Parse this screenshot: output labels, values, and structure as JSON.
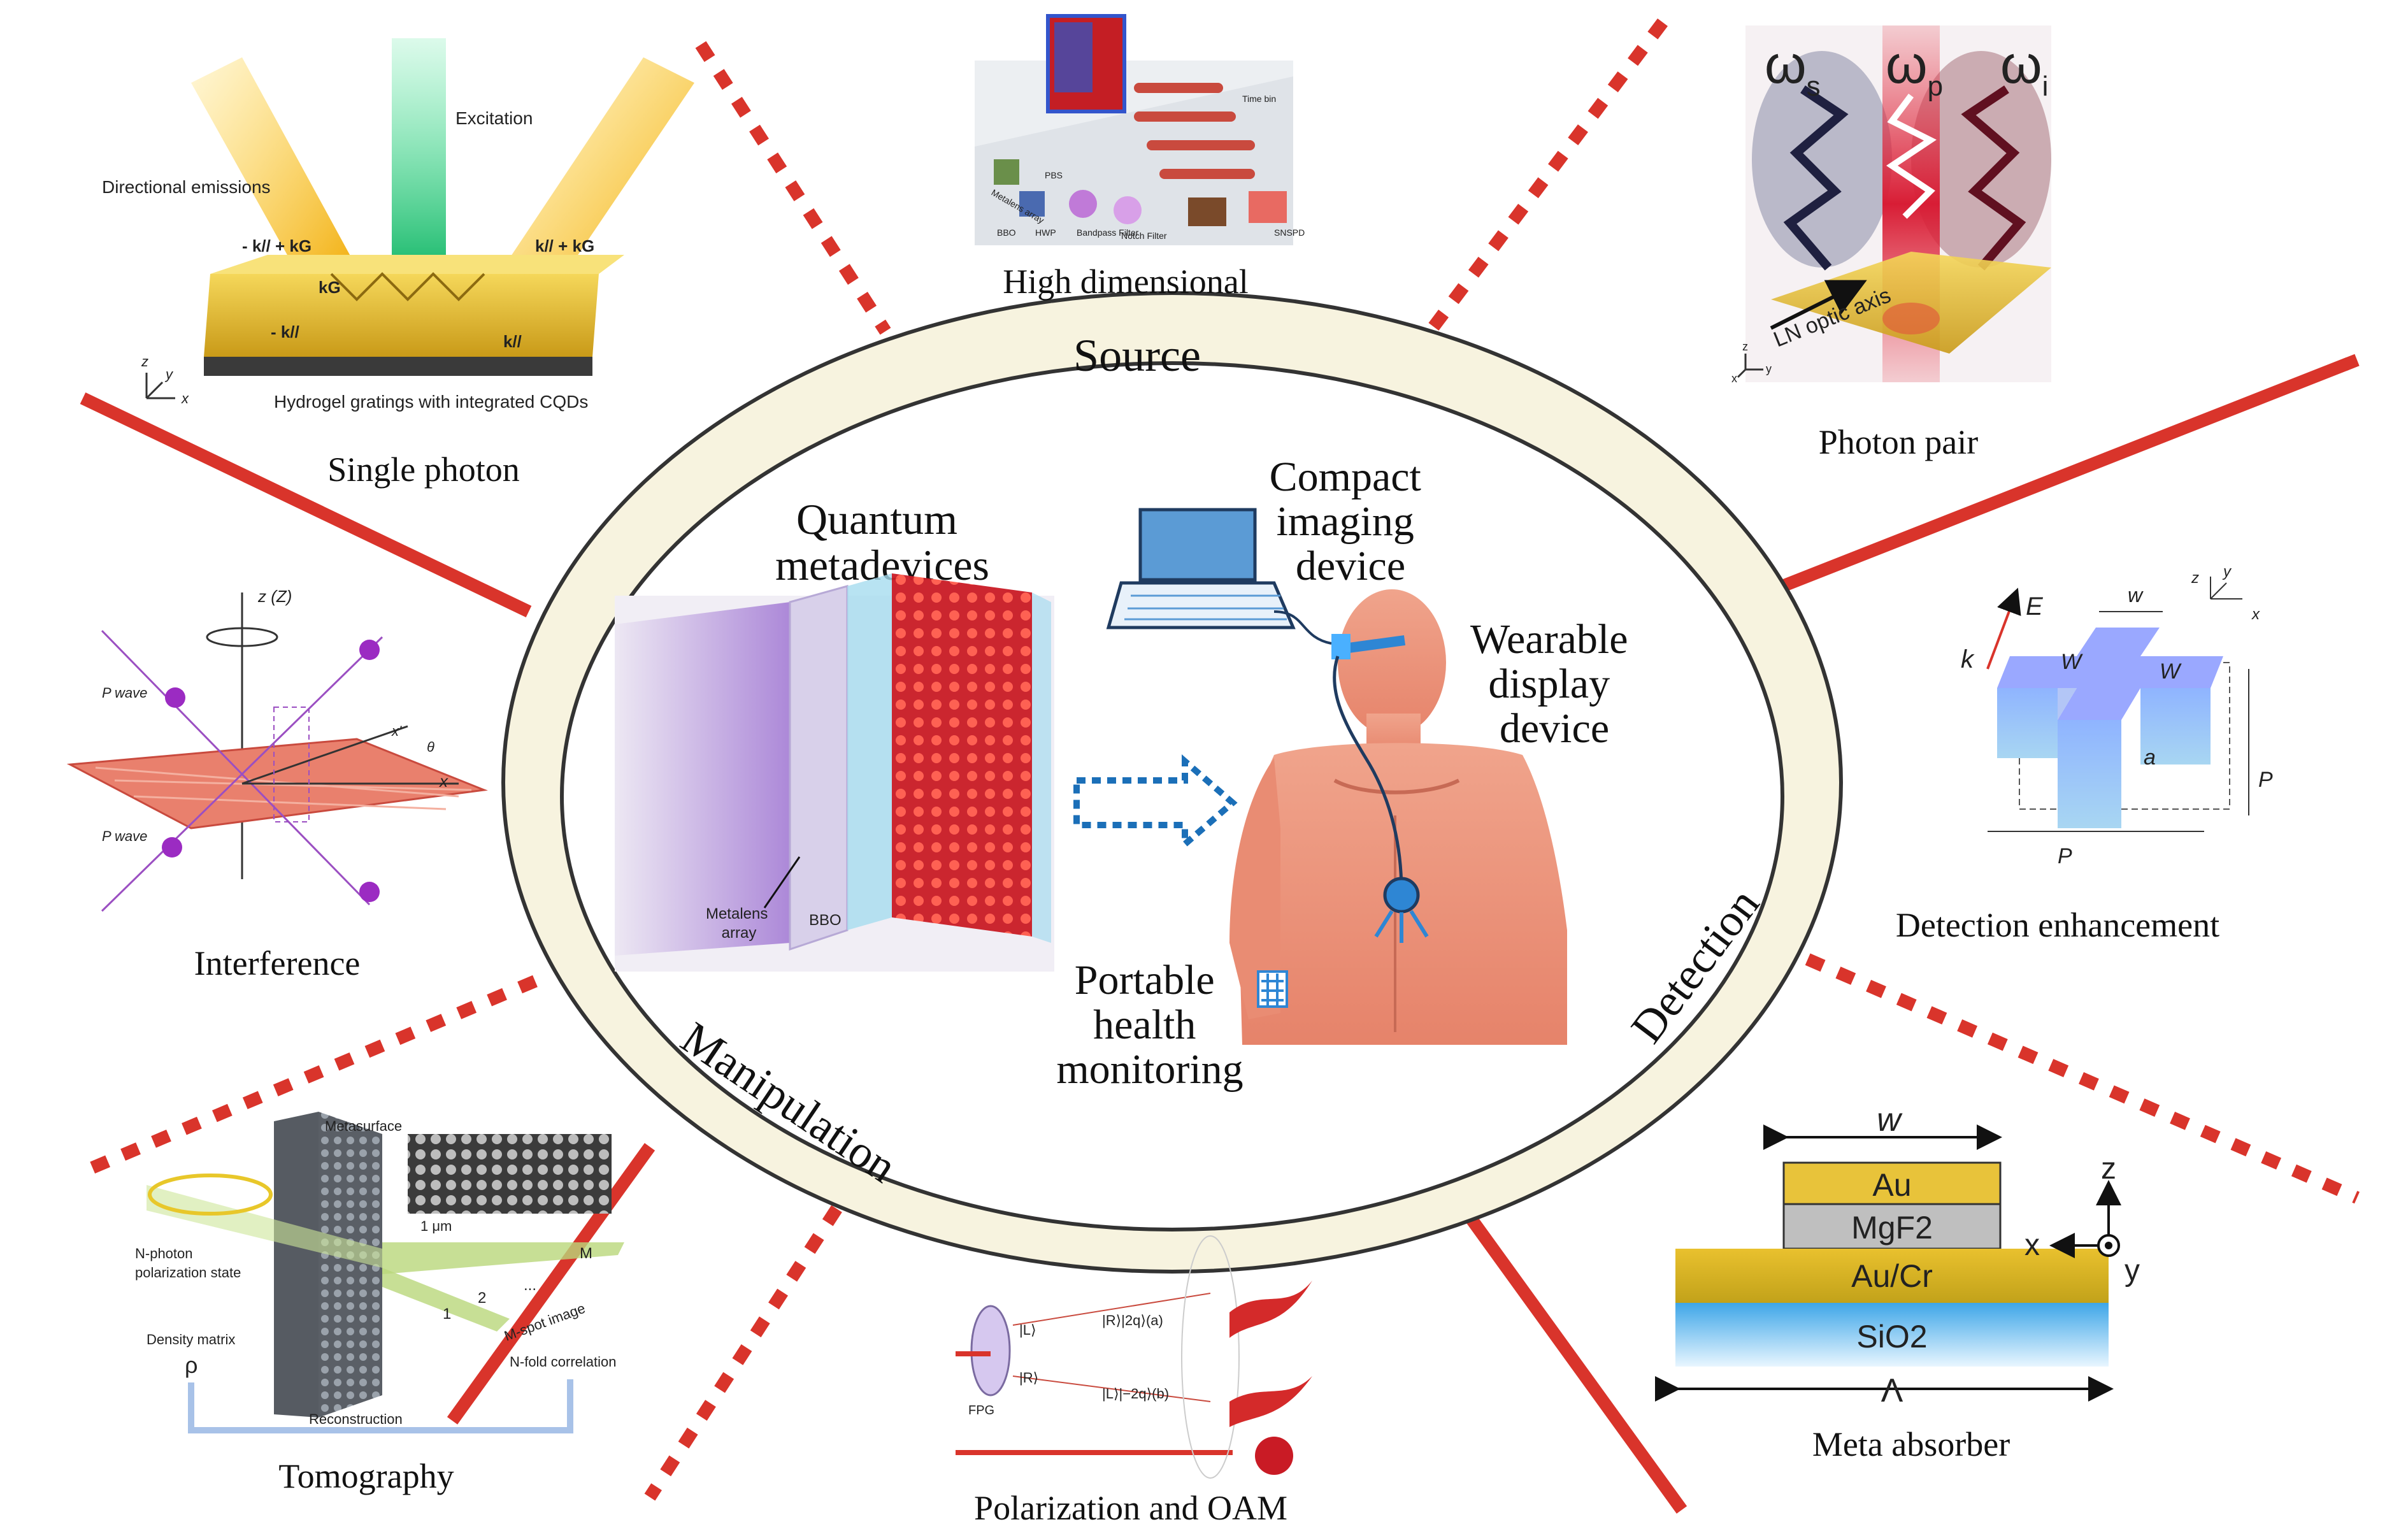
{
  "ring": {
    "source": "Source",
    "manipulation": "Manipulation",
    "detection": "Detection"
  },
  "center": {
    "quantum_metadevices": [
      "Quantum",
      "metadevices"
    ],
    "compact_imaging": [
      "Compact",
      "imaging",
      "device"
    ],
    "wearable_display": [
      "Wearable",
      "display",
      "device"
    ],
    "portable_health": [
      "Portable",
      "health",
      "monitoring"
    ],
    "metalens_array": [
      "Metalens",
      "array"
    ],
    "bbo": "BBO"
  },
  "panels": {
    "single_photon": {
      "caption": "Single photon",
      "excitation": "Excitation",
      "directional": "Directional emissions",
      "minus_k_kg": "- k// + kG",
      "k_kg": "k// + kG",
      "kg": "kG",
      "minus_k": "- k//",
      "k": "k//",
      "hydrogel": "Hydrogel gratings with integrated CQDs",
      "axes": [
        "z",
        "y",
        "x"
      ]
    },
    "high_dimensional": {
      "caption": "High dimensional",
      "labels": [
        "Metalens array",
        "PBS",
        "BBO",
        "HWP",
        "Bandpass Filter",
        "Notch Filter",
        "Time bin",
        "SNSPD"
      ]
    },
    "photon_pair": {
      "caption": "Photon pair",
      "omega_s": "ω",
      "s": "s",
      "omega_p": "ω",
      "p": "p",
      "omega_i": "ω",
      "i": "i",
      "ln_axis": "LN optic axis",
      "axes": [
        "z",
        "x",
        "y"
      ]
    },
    "interference": {
      "caption": "Interference",
      "z_axis": "z (Z)",
      "p_wave_top": "P wave",
      "p_wave_bottom": "P wave",
      "x_axis": "x",
      "x_prime": "x'",
      "theta": "θ"
    },
    "detection_enhancement": {
      "caption": "Detection enhancement",
      "E": "E",
      "k": "k",
      "wx_top": "w",
      "Wy": "W",
      "Wx": "W",
      "a": "a",
      "Py": "P",
      "Px": "P",
      "axes": [
        "z",
        "y",
        "x"
      ]
    },
    "tomography": {
      "caption": "Tomography",
      "metasurface": "Metasurface",
      "scale": "1 μm",
      "n_photon": [
        "N-photon",
        "polarization state"
      ],
      "density": "Density matrix",
      "rho": "ρ",
      "m": "M",
      "dots": "...",
      "two": "2",
      "one": "1",
      "mspot": "M-spot image",
      "nfold": "N-fold correlation",
      "reconstruction": "Reconstruction"
    },
    "polarization_oam": {
      "caption": "Polarization and OAM",
      "fpg": "FPG",
      "L_ket": "|L⟩",
      "R_ket": "|R⟩",
      "out1": "|R⟩|2q⟩(a)",
      "out2": "|L⟩|−2q⟩(b)"
    },
    "meta_absorber": {
      "caption": "Meta absorber",
      "w": "w",
      "au": "Au",
      "mgf2": "MgF2",
      "aucr": "Au/Cr",
      "sio2": "SiO2",
      "lambda": "Λ",
      "z": "z",
      "x": "x",
      "y": "y"
    }
  },
  "colors": {
    "red_line": "#d9342b",
    "ring_fill": "#f7f3df",
    "arrow_blue": "#1b6fb8",
    "gold": "#e8c33a"
  }
}
